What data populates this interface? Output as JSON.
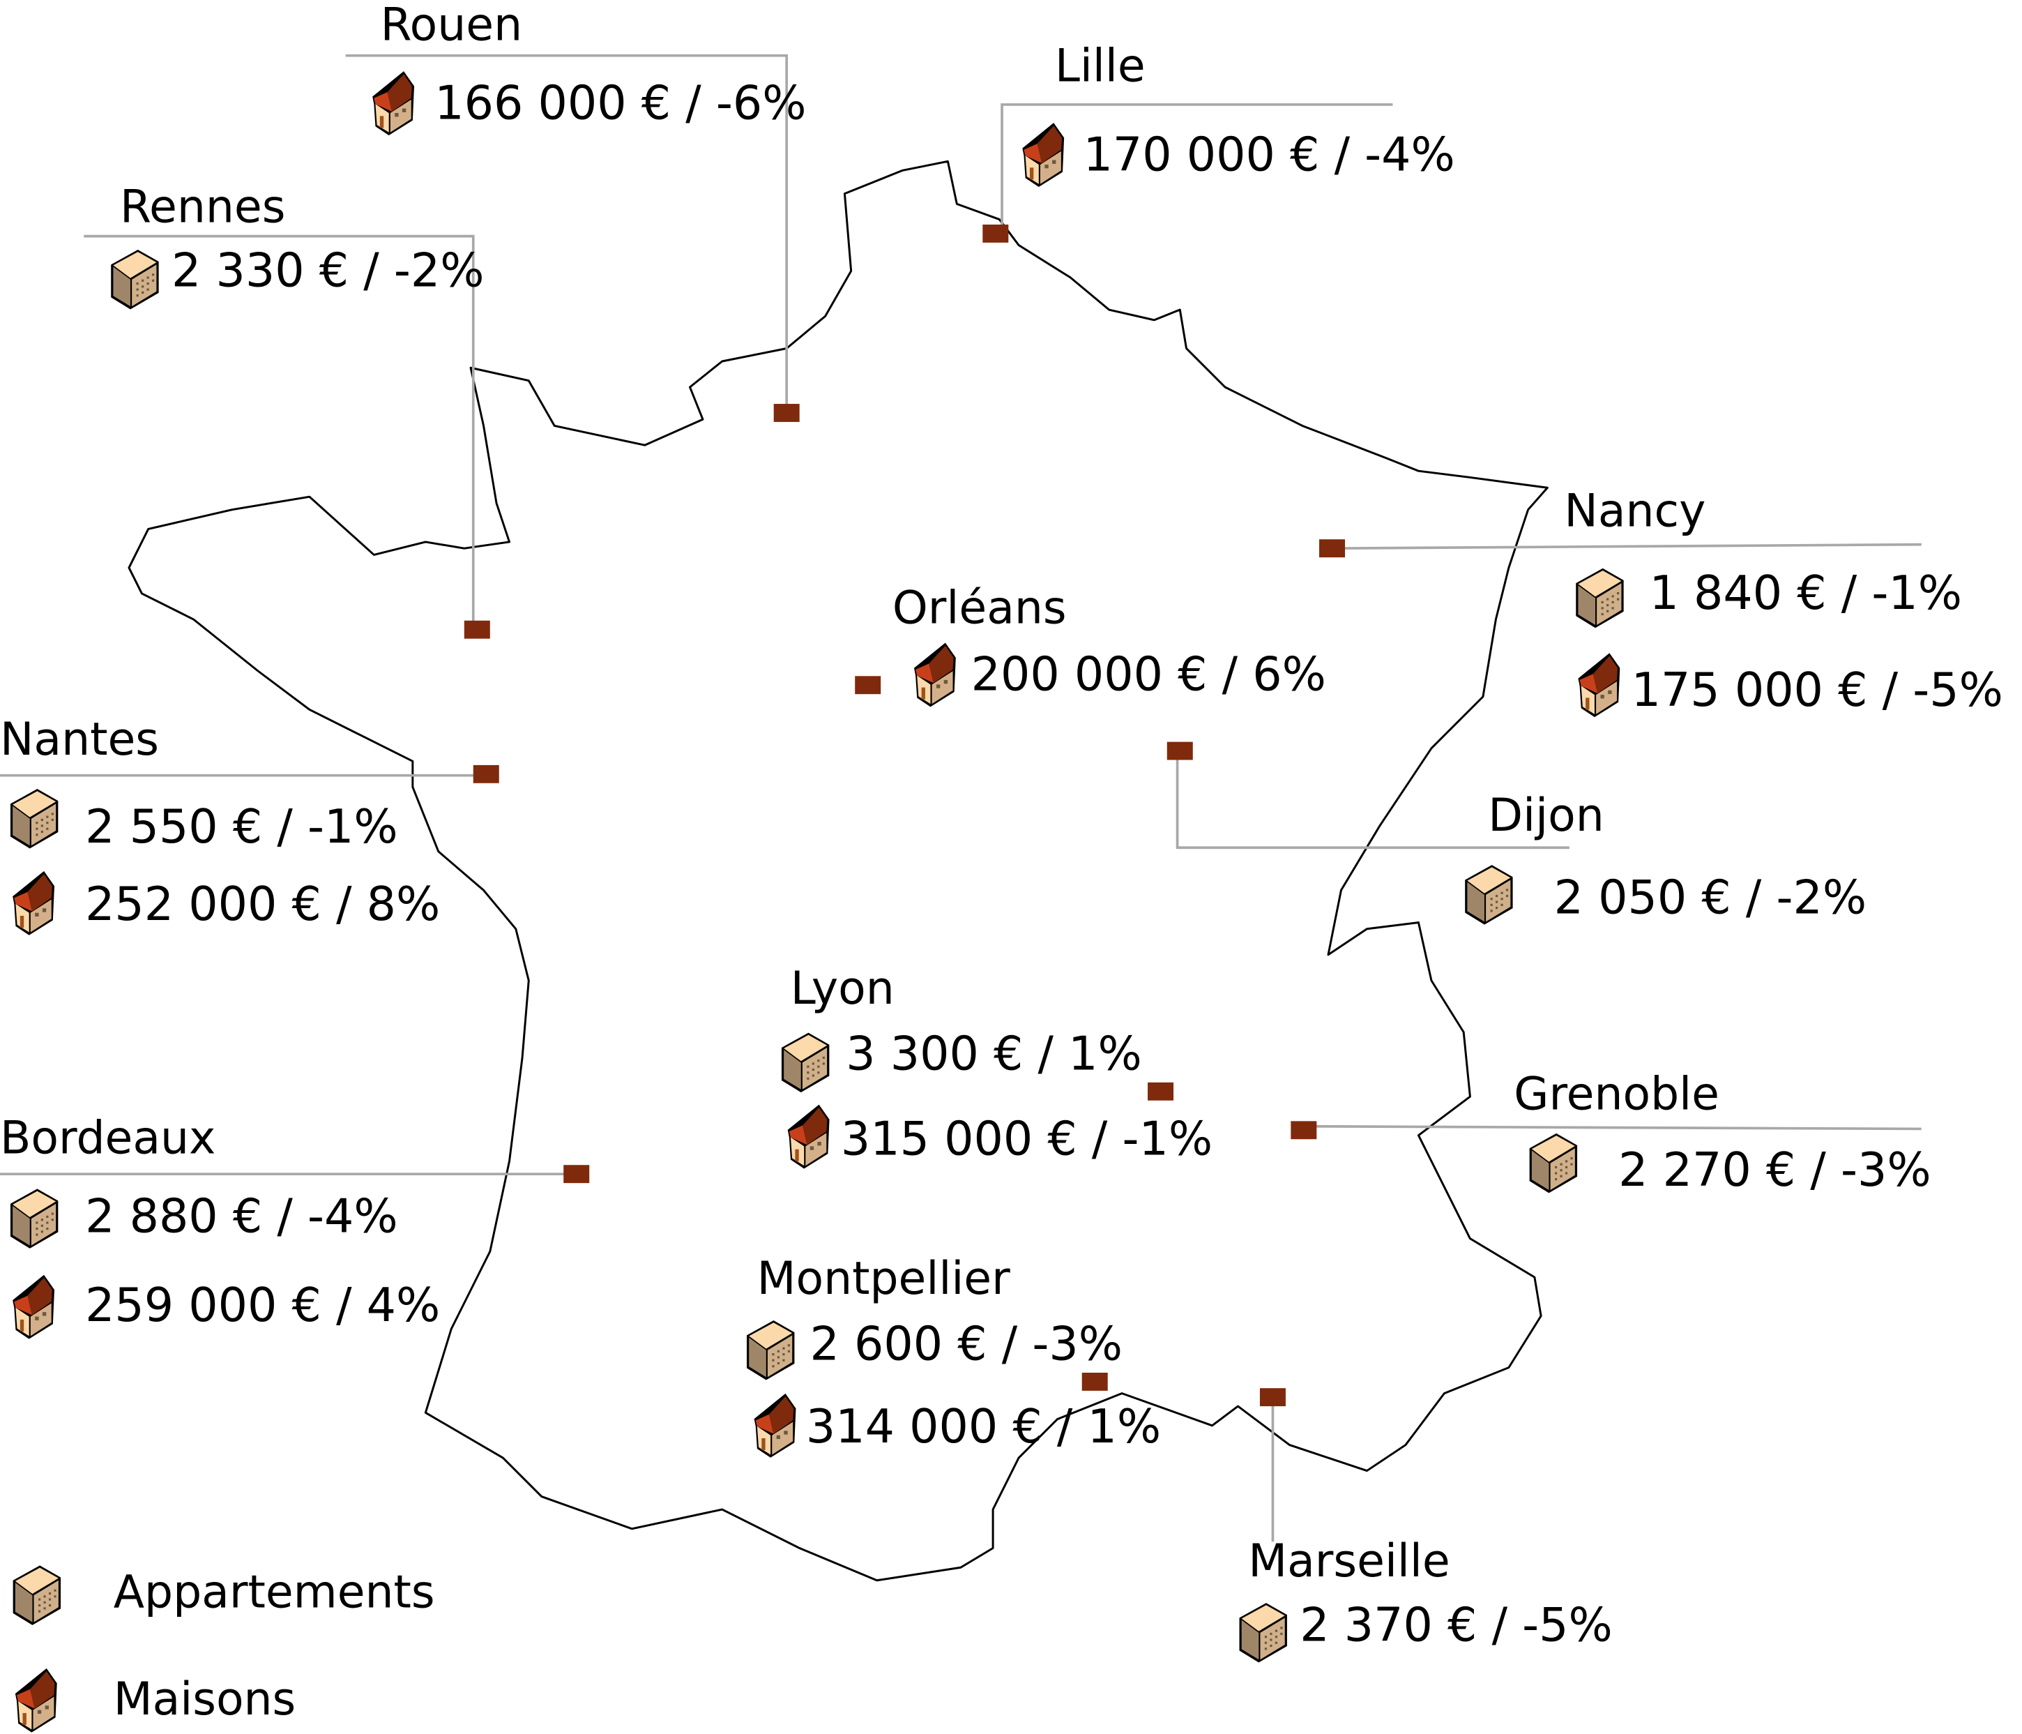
{
  "colors": {
    "marker": "#7f2a0c",
    "leader": "#a8a8a8",
    "roof": "#7f2a0c",
    "apartment_top": "#fcd9aa",
    "apartment_side": "#a08668"
  },
  "legend": {
    "apartment": "Appartements",
    "house": "Maisons"
  },
  "cities": {
    "rouen": {
      "name": "Rouen",
      "house": "166 000 € / -6%"
    },
    "lille": {
      "name": "Lille",
      "house": "170 000 € / -4%"
    },
    "rennes": {
      "name": "Rennes",
      "apartment": "2 330 € / -2%"
    },
    "nantes": {
      "name": "Nantes",
      "apartment": "2 550 € / -1%",
      "house": "252 000 € / 8%"
    },
    "orleans": {
      "name": "Orléans",
      "house": "200 000 € / 6%"
    },
    "nancy": {
      "name": "Nancy",
      "apartment": "1 840 € / -1%",
      "house": "175 000 € / -5%"
    },
    "dijon": {
      "name": "Dijon",
      "apartment": "2 050 € / -2%"
    },
    "lyon": {
      "name": "Lyon",
      "apartment": "3 300 € / 1%",
      "house": "315 000 € / -1%"
    },
    "grenoble": {
      "name": "Grenoble",
      "apartment": "2 270 € / -3%"
    },
    "bordeaux": {
      "name": "Bordeaux",
      "apartment": "2 880 € / -4%",
      "house": "259 000 € / 4%"
    },
    "montpellier": {
      "name": "Montpellier",
      "apartment": "2 600 € / -3%",
      "house": "314 000 € / 1%"
    },
    "marseille": {
      "name": "Marseille",
      "apartment": "2 370 € / -5%"
    }
  }
}
